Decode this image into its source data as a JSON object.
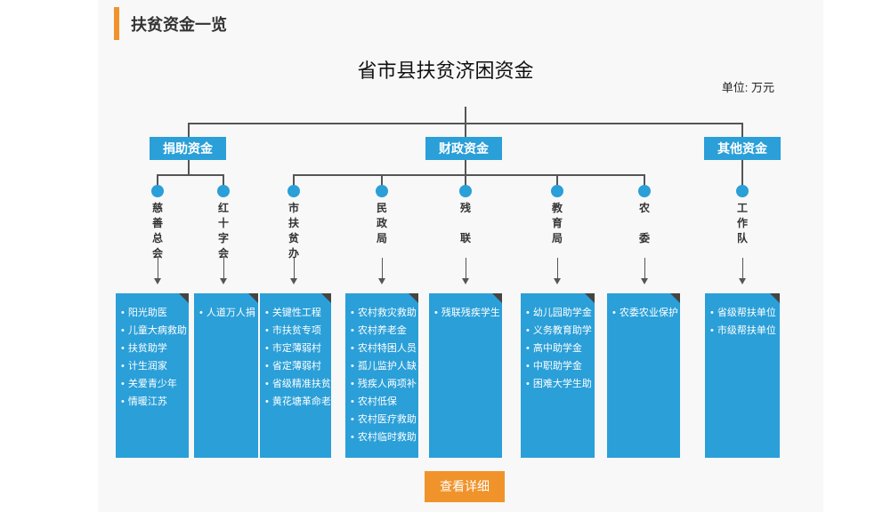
{
  "header": {
    "title": "扶贫资金一览"
  },
  "diagram": {
    "title": "省市县扶贫济困资金",
    "unit": "单位: 万元",
    "categories": [
      {
        "label": "捐助资金"
      },
      {
        "label": "财政资金"
      },
      {
        "label": "其他资金"
      }
    ],
    "sources": [
      {
        "chars": [
          "慈",
          "善",
          "总",
          "会"
        ],
        "items": [
          "阳光助医",
          "儿童大病救助",
          "扶贫助学",
          "计生润家",
          "关爱青少年",
          "情暖江苏"
        ]
      },
      {
        "chars": [
          "红",
          "十",
          "字",
          "会"
        ],
        "items": [
          "人道万人捐"
        ]
      },
      {
        "chars": [
          "市",
          "扶",
          "贫",
          "办"
        ],
        "items": [
          "关键性工程",
          "市扶贫专项",
          "市定薄弱村",
          "省定薄弱村",
          "省级精准扶贫",
          "黄花塘革命老"
        ]
      },
      {
        "chars": [
          "民",
          "政",
          "局"
        ],
        "items": [
          "农村救灾救助",
          "农村养老金",
          "农村特困人员",
          "孤儿监护人缺",
          "残疾人两项补",
          "农村低保",
          "农村医疗救助",
          "农村临时救助"
        ]
      },
      {
        "chars": [
          "残",
          "",
          "联"
        ],
        "items": [
          "残联残疾学生"
        ]
      },
      {
        "chars": [
          "教",
          "育",
          "局"
        ],
        "items": [
          "幼儿园助学金",
          "义务教育助学",
          "高中助学金",
          "中职助学金",
          "困难大学生助"
        ]
      },
      {
        "chars": [
          "农",
          "",
          "委"
        ],
        "items": [
          "农委农业保护"
        ]
      },
      {
        "chars": [
          "工",
          "作",
          "队"
        ],
        "items": [
          "省级帮扶单位",
          "市级帮扶单位"
        ]
      }
    ]
  },
  "actions": {
    "detail_label": "查看详细"
  },
  "colors": {
    "accent": "#2a9fd8",
    "orange": "#f0932b",
    "line": "#555555"
  }
}
